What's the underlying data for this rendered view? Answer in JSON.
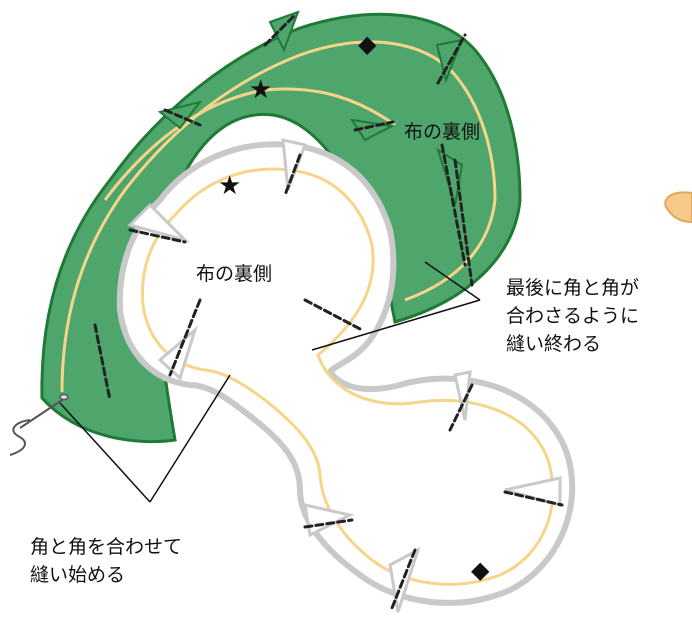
{
  "labels": {
    "green_piece": "布の裏側",
    "white_piece": "布の裏側",
    "end_note": [
      "最後に角と角が",
      "合わさるように",
      "縫い終わる"
    ],
    "start_note": [
      "角と角を合わせて",
      "縫い始める"
    ]
  },
  "colors": {
    "green_fabric": "#4ea66d",
    "green_outline": "#1f7a35",
    "seam_line": "#f6d58a",
    "white_outline": "#c9c9c9",
    "stitch": "#222222",
    "peek_circle": "#f7c98a"
  },
  "marks": {
    "star": "★",
    "diamond": "◆"
  }
}
